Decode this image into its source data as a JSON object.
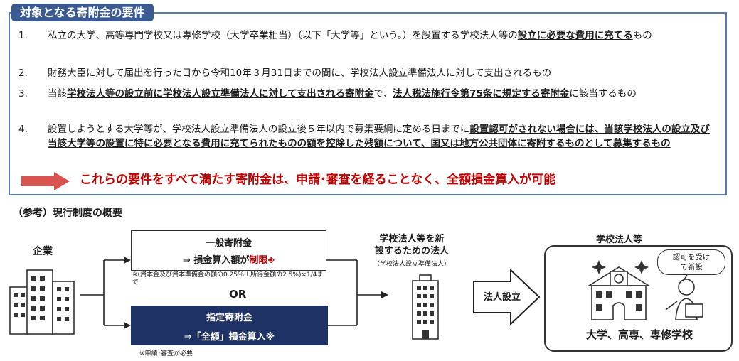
{
  "requirements": {
    "title": "対象となる寄附金の要件",
    "items": [
      {
        "num": "1.",
        "parts": [
          {
            "text": "私立の大学、高等専門学校又は専修学校（大学卒業相当）（以下「大学等」という。）を設置する学校法人等の"
          },
          {
            "text": "設立に必要な費用に充てる",
            "u": true
          },
          {
            "text": "もの"
          }
        ]
      },
      {
        "num": "2.",
        "parts": [
          {
            "text": "財務大臣に対して届出を行った日から令和10年３月31日までの間に、学校法人設立準備法人に対して支出されるもの"
          }
        ]
      },
      {
        "num": "3.",
        "parts": [
          {
            "text": "当該"
          },
          {
            "text": "学校法人等の設立前に学校法人設立準備法人に対して支出される寄附金",
            "u": true
          },
          {
            "text": "で、"
          },
          {
            "text": "法人税法施行令第75条に規定する寄附金",
            "u": true
          },
          {
            "text": "に該当するもの"
          }
        ]
      },
      {
        "num": "4.",
        "parts": [
          {
            "text": "設置しようとする大学等が、学校法人設立準備法人の設立後５年以内で募集要綱に定める日までに"
          },
          {
            "text": "設置認可がされない場合には、当該学校法人の設立及び当該大学等の設置に特に必要となる費用に充てられたものの額を控除した残額について、国又は地方公共団体に寄附するものとして募集するもの",
            "u": true
          }
        ]
      }
    ],
    "conclusion": "これらの要件をすべて満たす寄附金は、申請･審査を経ることなく、全額損金算入が可能"
  },
  "reference": {
    "title": "（参考）現行制度の概要",
    "company": "企業",
    "general": {
      "title": "一般寄附金",
      "prefix": "⇒ 損金算入額が",
      "limit": "制限",
      "mark": "※",
      "note": "※(資本金及び資本準備金の額の0.25％＋所得金額の2.5%)×1/4まで"
    },
    "or": "OR",
    "designated": {
      "title": "指定寄附金",
      "text": "⇒「全額」損金算入※",
      "note": "※申請･審査が必要"
    },
    "new_corp": {
      "label": "学校法人等を新設するための法人",
      "sub": "（学校法人設立準備法人）"
    },
    "establish": "法人設立",
    "school_corp": {
      "title": "学校法人等",
      "speech": "認可を受けて新設",
      "types": "大学、高専、専修学校"
    }
  },
  "colors": {
    "accent": "#3c5a92",
    "red": "#c00000",
    "navy": "#1f3266",
    "border": "#5b7bb0"
  }
}
